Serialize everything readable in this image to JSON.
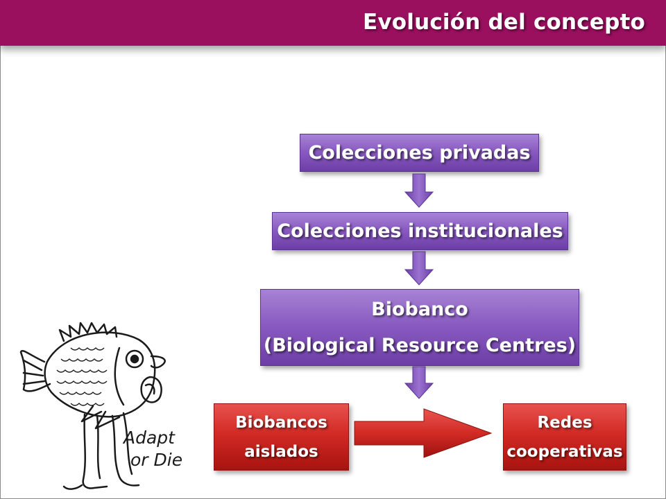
{
  "header": {
    "title": "Evolución del concepto"
  },
  "diagram": {
    "boxes": {
      "private": {
        "label": "Colecciones privadas"
      },
      "institutional": {
        "label": "Colecciones institucionales"
      },
      "biobank": {
        "line1": "Biobanco",
        "line2": "(Biological Resource Centres)"
      },
      "isolated": {
        "line1": "Biobancos",
        "line2": "aislados"
      },
      "cooperative": {
        "line1": "Redes",
        "line2": "cooperativas"
      }
    }
  },
  "illustration": {
    "name": "adapt-or-die-fish",
    "text_line1": "Adapt",
    "text_line2": "or Die"
  },
  "colors": {
    "header": "#9b0f5f",
    "purple_box": "#8a5cc2",
    "red_box": "#d22a25"
  }
}
